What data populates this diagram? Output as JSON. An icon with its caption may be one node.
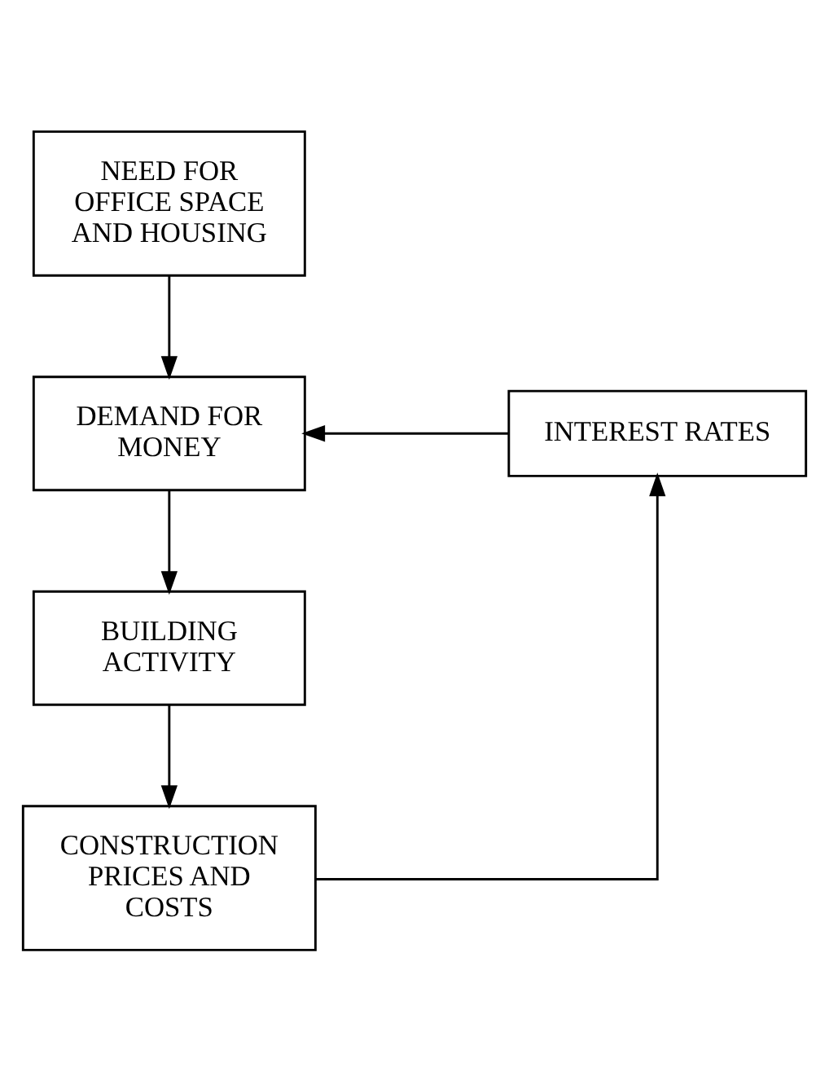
{
  "diagram": {
    "nodes": [
      {
        "text": [
          "NEED FOR OFFICE SPACE AND HOUSING"
        ]
      },
      {
        "text": [
          "DEMAND FOR MONEY"
        ]
      },
      {
        "text": [
          "BUILDING ACTIVITY"
        ]
      },
      {
        "text": [
          "CONSTRUCTION PRICES AND COSTS"
        ]
      },
      {
        "text": [
          "INTEREST RATES"
        ]
      }
    ],
    "edges": [
      {
        "from": 0,
        "to": 1,
        "arrow": "to"
      },
      {
        "from": 4,
        "to": 1,
        "arrow": "to"
      },
      {
        "from": 1,
        "to": 2,
        "arrow": "to"
      },
      {
        "from": 2,
        "to": 3,
        "arrow": "to"
      },
      {
        "from": 3,
        "to": 4,
        "arrow": "to"
      }
    ]
  }
}
